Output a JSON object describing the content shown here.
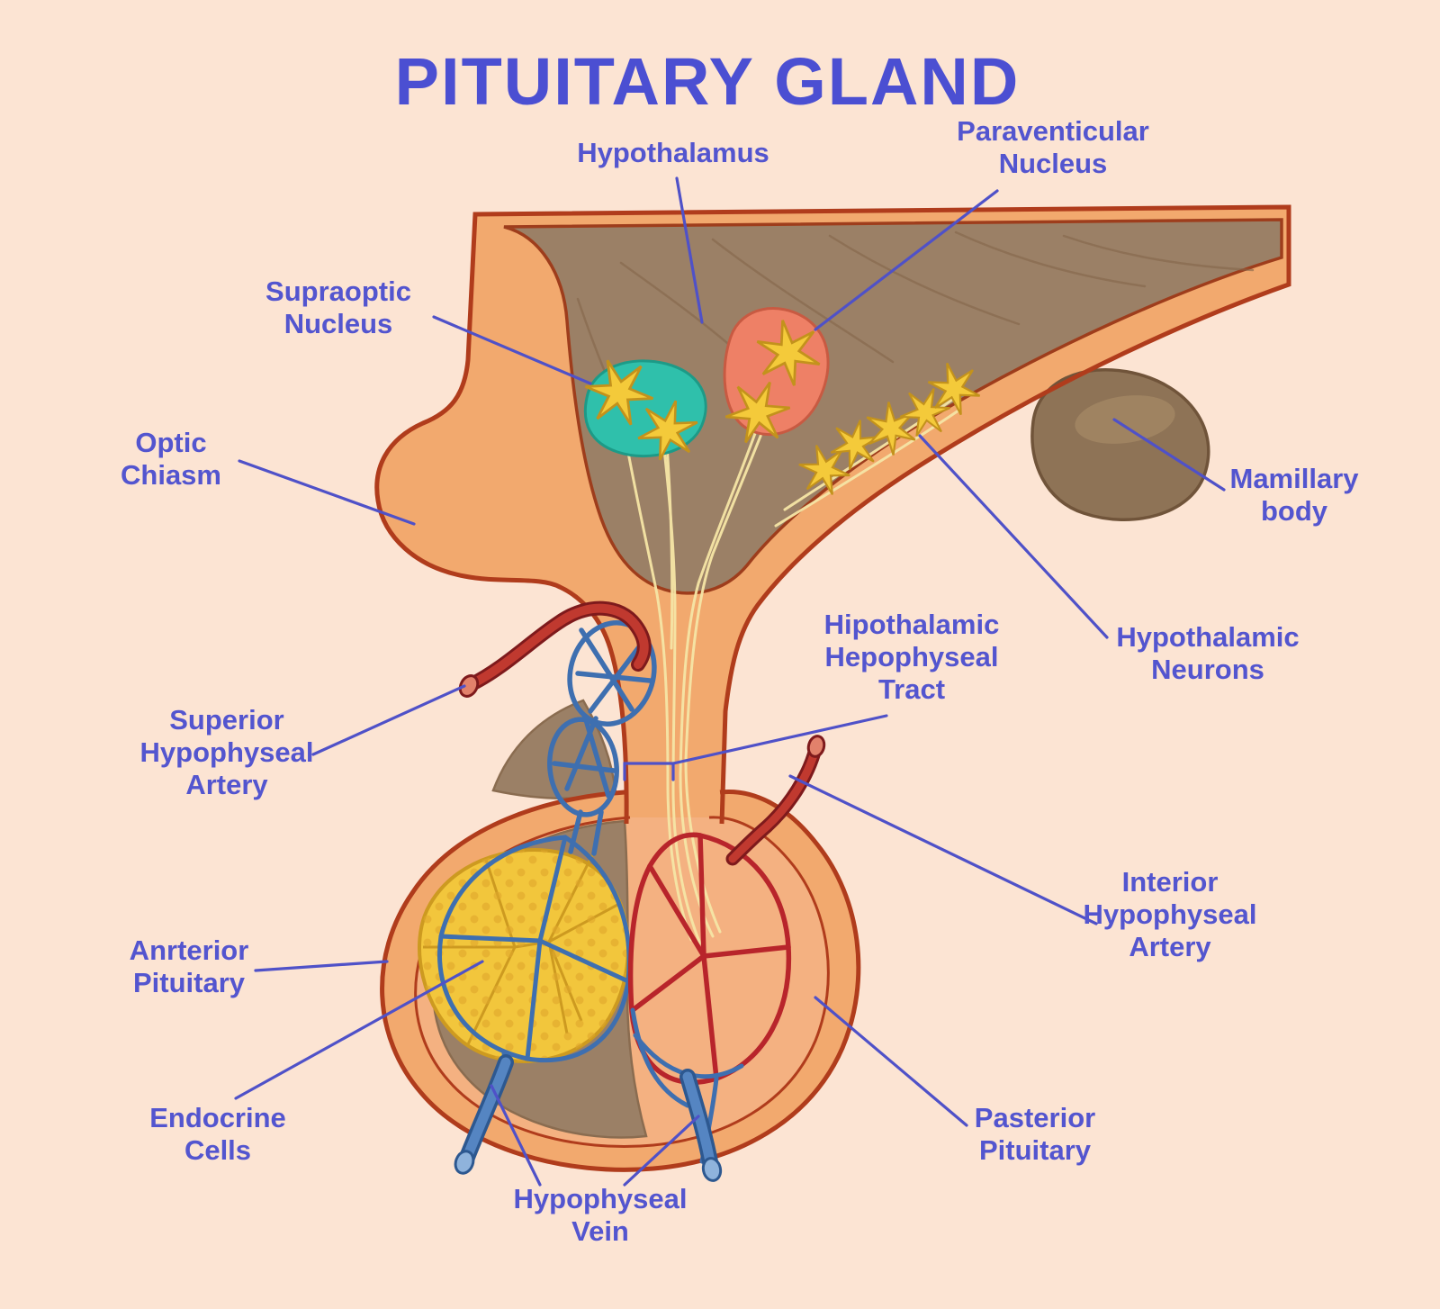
{
  "title": "PITUITARY GLAND",
  "labels": {
    "hypothalamus": "Hypothalamus",
    "paraventricular_nucleus": "Paraventicular\nNucleus",
    "supraoptic_nucleus": "Supraoptic\nNucleus",
    "optic_chiasm": "Optic\nChiasm",
    "mamillary_body": "Mamillary\nbody",
    "superior_hypophyseal_artery": "Superior\nHypophyseal\nArtery",
    "hypothalamic_hypophyseal_tract": "Hipothalamic\nHepophyseal\nTract",
    "hypothalamic_neurons": "Hypothalamic\nNeurons",
    "anterior_pituitary": "Anrterior\nPituitary",
    "interior_hypophyseal_artery": "Interior\nHypophyseal\nArtery",
    "endocrine_cells": "Endocrine\nCells",
    "hypophyseal_vein": "Hypophyseal\nVein",
    "posterior_pituitary": "Pasterior\nPituitary"
  },
  "colors": {
    "background": "#fce4d3",
    "label_text": "#5355cf",
    "leader_line": "#4f51c8",
    "outline_red": "#b03c1c",
    "flesh_orange": "#f2a96e",
    "tissue_brown": "#9b8066",
    "artery_red": "#c0392f",
    "vein_blue": "#5585c2",
    "nucleus_teal": "#2fc0ab",
    "nucleus_salmon": "#ee8066",
    "neuron_star_yellow": "#f4ca3a",
    "endocrine_yellow": "#f2c63c",
    "nerve_fiber_yellow": "#f6e6a6"
  }
}
